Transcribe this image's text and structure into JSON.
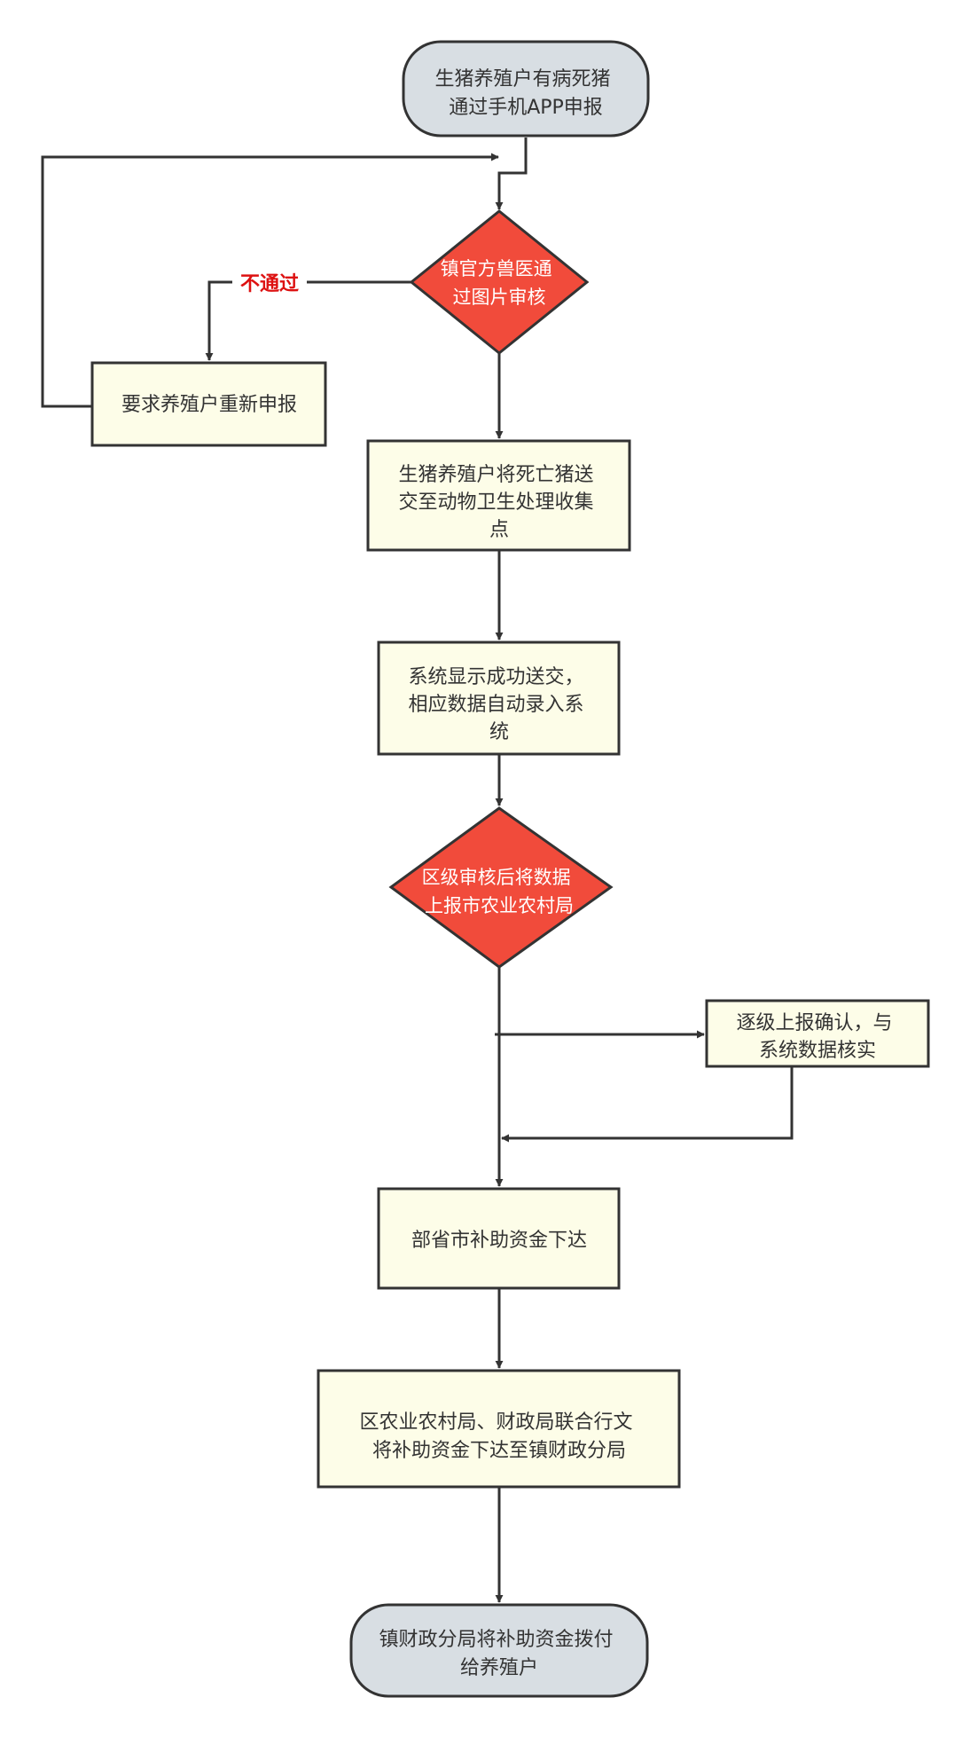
{
  "colors": {
    "terminal_fill": "#d8dee3",
    "process_fill": "#fdfde8",
    "decision_fill": "#f14b3b",
    "stroke": "#333333",
    "reject_label": "#dd1111"
  },
  "nodes": {
    "start": {
      "lines": [
        "生猪养殖户有病死猪",
        "通过手机APP申报"
      ]
    },
    "town_review": {
      "lines": [
        "镇官方兽医通",
        "过图片审核"
      ]
    },
    "resubmit": {
      "lines": [
        "要求养殖户重新申报"
      ]
    },
    "send_carcass": {
      "lines": [
        "生猪养殖户将死亡猪送",
        "交至动物卫生处理收集",
        "点"
      ]
    },
    "system_entry": {
      "lines": [
        "系统显示成功送交，",
        "相应数据自动录入系",
        "统"
      ]
    },
    "district_review": {
      "lines": [
        "区级审核后将数据",
        "上报市农业农村局"
      ]
    },
    "verify": {
      "lines": [
        "逐级上报确认，与",
        "系统数据核实"
      ]
    },
    "subsidy_issued": {
      "lines": [
        "部省市补助资金下达"
      ]
    },
    "joint_document": {
      "lines": [
        "区农业农村局、财政局联合行文",
        "将补助资金下达至镇财政分局"
      ]
    },
    "payout": {
      "lines": [
        "镇财政分局将补助资金拨付",
        "给养殖户"
      ]
    }
  },
  "edge_labels": {
    "reject": "不通过"
  }
}
